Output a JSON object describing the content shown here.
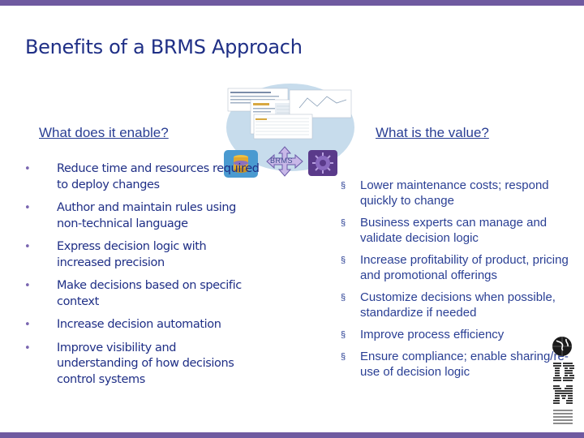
{
  "title": "Benefits of a BRMS Approach",
  "left_heading": "What does it enable?",
  "right_heading": "What is the value?",
  "center": {
    "label": "BRMS",
    "icons": [
      "database-icon",
      "gear-icon",
      "screenshots-image",
      "four-way-arrow-icon"
    ]
  },
  "left_items": [
    "Reduce time and resources required to deploy changes",
    "Author and maintain rules using non-technical language",
    "Express decision logic with increased precision",
    "Make decisions based on specific context",
    "Increase decision automation",
    "Improve visibility and understanding of how decisions control systems"
  ],
  "left_bullet": "•",
  "right_items": [
    "Lower maintenance costs; respond quickly to change",
    "Business experts can manage and validate decision logic",
    "Increase profitability of product, pricing and promotional offerings",
    "Customize decisions when possible, standardize if needed",
    "Improve process efficiency",
    "Ensure compliance; enable sharing/re-use of decision logic"
  ],
  "right_bullet": "§",
  "colors": {
    "accent_bar": "#6f5aa0",
    "title": "#1f2f86",
    "text": "#2a3f94",
    "circle": "#c7dcec"
  }
}
